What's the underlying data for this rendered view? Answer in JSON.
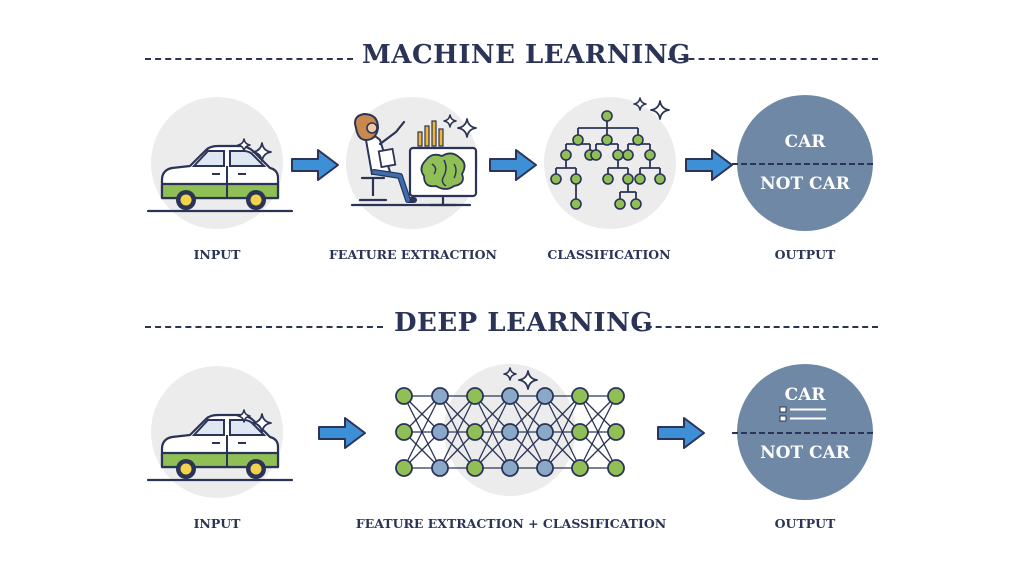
{
  "machine_learning": {
    "title": "MACHINE LEARNING",
    "steps": {
      "input": "INPUT",
      "feature_extraction": "FEATURE EXTRACTION",
      "classification": "CLASSIFICATION",
      "output": "OUTPUT"
    },
    "output_classes": {
      "positive": "CAR",
      "negative": "NOT CAR"
    }
  },
  "deep_learning": {
    "title": "DEEP LEARNING",
    "steps": {
      "input": "INPUT",
      "feature_extraction_classification": "FEATURE EXTRACTION + CLASSIFICATION",
      "output": "OUTPUT"
    },
    "output_classes": {
      "positive": "CAR",
      "negative": "NOT CAR"
    }
  },
  "colors": {
    "navy": "#2b3456",
    "green": "#8fbf55",
    "blue_arrow": "#3d8fd6",
    "output_circle": "#6e88a6",
    "background_circle": "#ececec",
    "neuron_blue": "#8aa8c8"
  },
  "icons": [
    "car-icon",
    "sparkle-icon",
    "person-at-computer-icon",
    "brain-icon",
    "bar-chart-icon",
    "decision-tree-icon",
    "neural-network-icon",
    "arrow-right-icon",
    "checklist-icon"
  ]
}
